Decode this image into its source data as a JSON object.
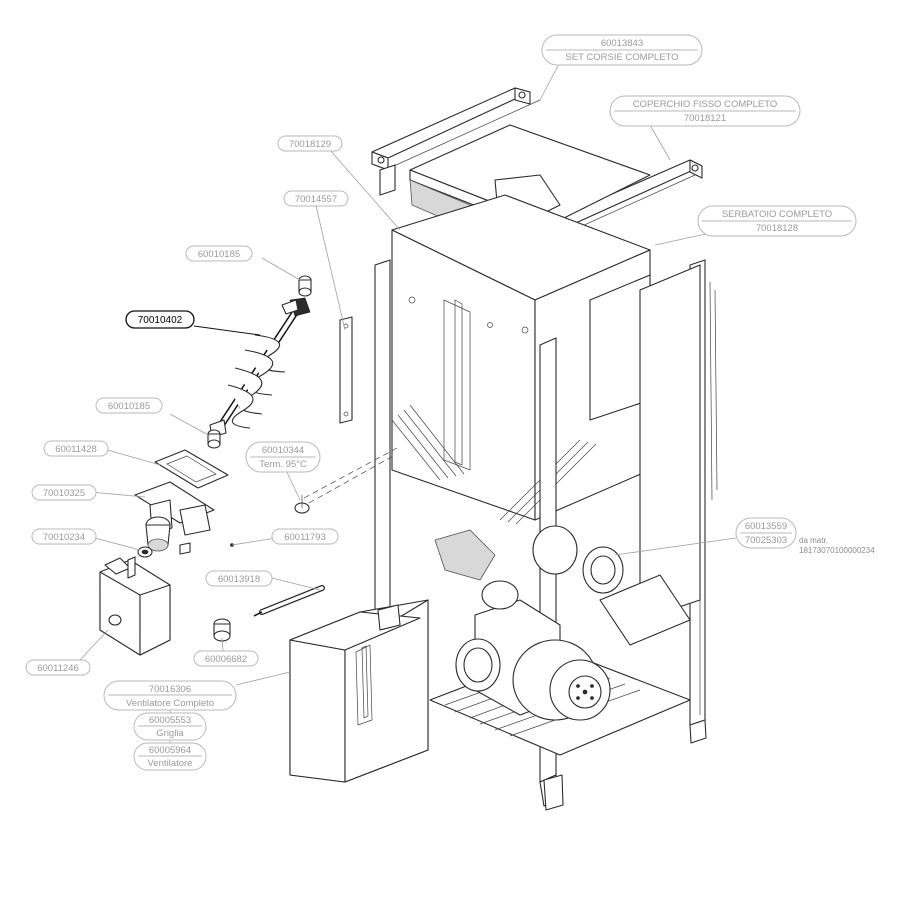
{
  "diagram": {
    "callouts": {
      "c60013843": {
        "lines": [
          "60013843",
          "SET CORSIE COMPLETO"
        ],
        "highlight": false
      },
      "c70018121": {
        "lines": [
          "COPERCHIO FISSO COMPLETO",
          "70018121"
        ],
        "highlight": false
      },
      "c70018129": {
        "lines": [
          "70018129"
        ],
        "highlight": false
      },
      "c70014557": {
        "lines": [
          "70014557"
        ],
        "highlight": false
      },
      "c70018128": {
        "lines": [
          "SERBATOIO COMPLETO",
          "70018128"
        ],
        "highlight": false
      },
      "c60010185a": {
        "lines": [
          "60010185"
        ],
        "highlight": false
      },
      "c70010402": {
        "lines": [
          "70010402"
        ],
        "highlight": true
      },
      "c60010185b": {
        "lines": [
          "60010185"
        ],
        "highlight": false
      },
      "c60011428": {
        "lines": [
          "60011428"
        ],
        "highlight": false
      },
      "c60010344": {
        "lines": [
          "60010344",
          "Term. 95°C"
        ],
        "highlight": false
      },
      "c70010325": {
        "lines": [
          "70010325"
        ],
        "highlight": false
      },
      "c70010234": {
        "lines": [
          "70010234"
        ],
        "highlight": false
      },
      "c60011793": {
        "lines": [
          "60011793"
        ],
        "highlight": false
      },
      "c60013559": {
        "lines": [
          "60013559",
          "70025303"
        ],
        "highlight": false
      },
      "c60013918": {
        "lines": [
          "60013918"
        ],
        "highlight": false
      },
      "c60006682": {
        "lines": [
          "60006682"
        ],
        "highlight": false
      },
      "c60011246": {
        "lines": [
          "60011246"
        ],
        "highlight": false
      },
      "c70016306": {
        "lines": [
          "70016306",
          "Ventilatore Completo"
        ],
        "highlight": false
      },
      "c60005553": {
        "lines": [
          "60005553",
          "Griglia"
        ],
        "highlight": false
      },
      "c60005964": {
        "lines": [
          "60005964",
          "Ventilatore"
        ],
        "highlight": false
      }
    },
    "notes": {
      "matr_label": "da matr.",
      "matr_number": "18173070100000234"
    }
  }
}
